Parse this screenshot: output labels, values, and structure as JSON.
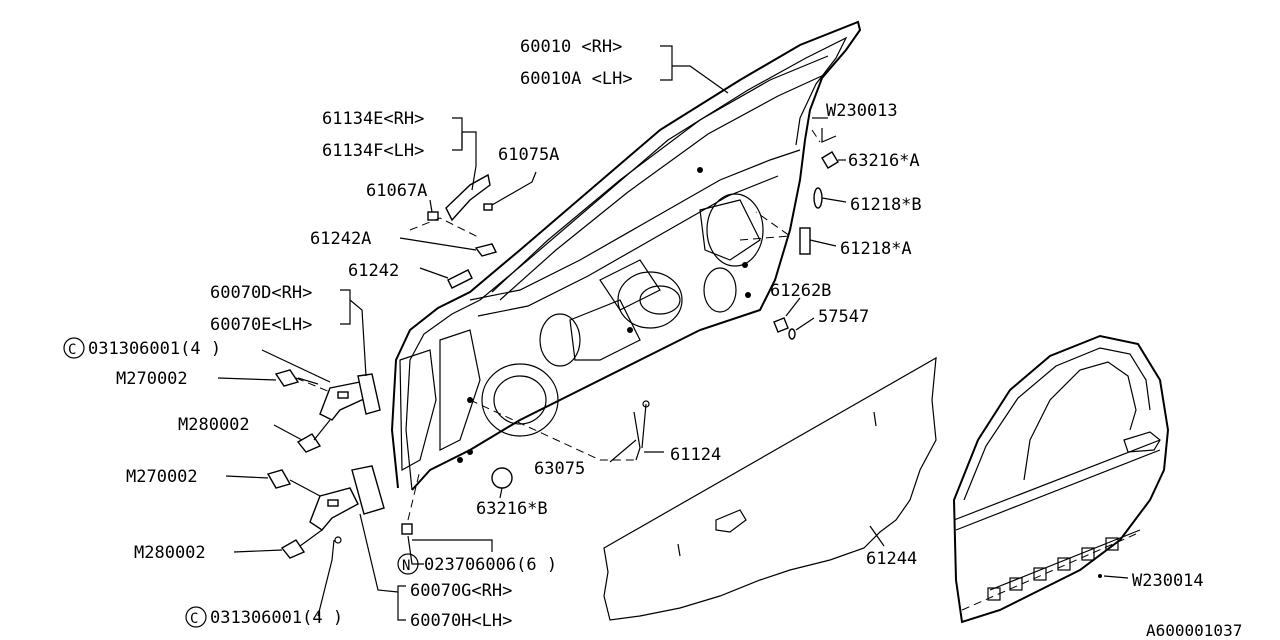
{
  "diagram": {
    "reference_code": "A600001037",
    "labels": {
      "p60010": "60010  <RH>",
      "p60010A": "60010A <LH>",
      "p61134E": "61134E<RH>",
      "p61134F": "61134F<LH>",
      "p61075A": "61075A",
      "p61067A": "61067A",
      "p61242A": "61242A",
      "p61242": "61242",
      "p60070D": "60070D<RH>",
      "p60070E": "60070E<LH>",
      "c031306001_top": "031306001(4 )",
      "m270002_top": "M270002",
      "m280002_top": "M280002",
      "m270002_bot": "M270002",
      "m280002_bot": "M280002",
      "c031306001_bot": "031306001(4 )",
      "p60070G": "60070G<RH>",
      "p60070H": "60070H<LH>",
      "n023706006": "023706006(6 )",
      "p63216B": "63216*B",
      "p63075": "63075",
      "p61124": "61124",
      "w230013": "W230013",
      "p63216A": "63216*A",
      "p61218B": "61218*B",
      "p61218A": "61218*A",
      "p61262B": "61262B",
      "p57547": "57547",
      "p61244": "61244",
      "w230014": "W230014"
    },
    "prefix_symbols": {
      "c": "C",
      "n": "N"
    }
  }
}
